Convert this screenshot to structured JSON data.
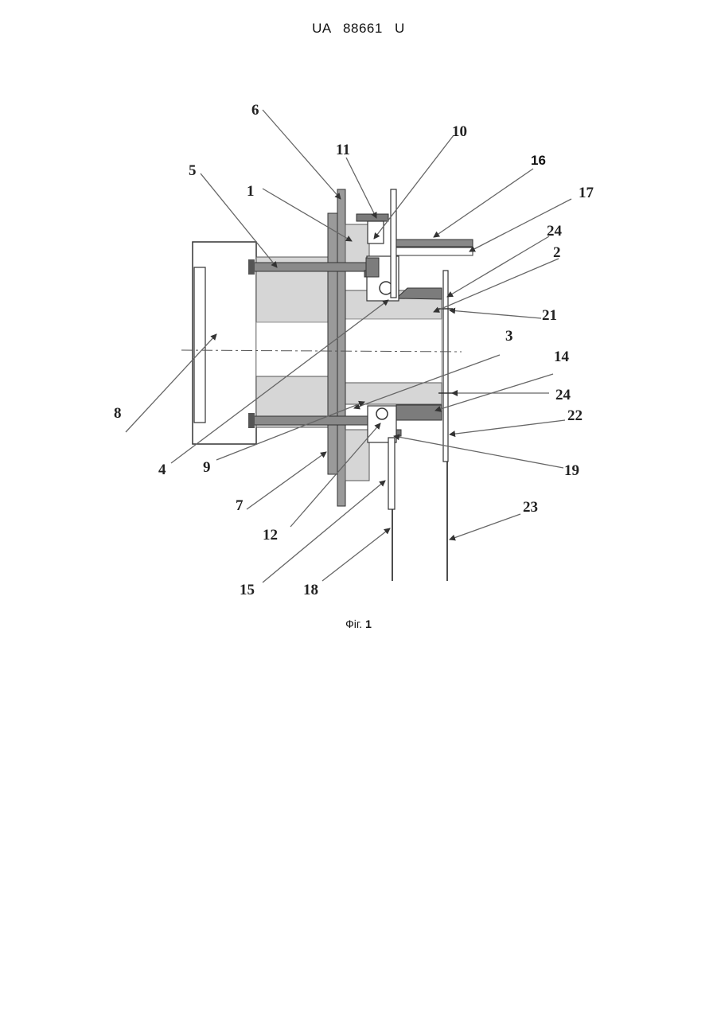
{
  "document": {
    "header": "UA 88661 U",
    "caption_prefix": "Фіг.",
    "caption_number": "1"
  },
  "figure": {
    "labels": {
      "l1": "1",
      "l2": "2",
      "l3": "3",
      "l4": "4",
      "l5": "5",
      "l6": "6",
      "l7": "7",
      "l8": "8",
      "l9": "9",
      "l10": "10",
      "l11": "11",
      "l12": "12",
      "l14": "14",
      "l15": "15",
      "l16": "16",
      "l17": "17",
      "l18": "18",
      "l19": "19",
      "l21": "21",
      "l22": "22",
      "l23": "23",
      "l24a": "24",
      "l24b": "24"
    }
  }
}
